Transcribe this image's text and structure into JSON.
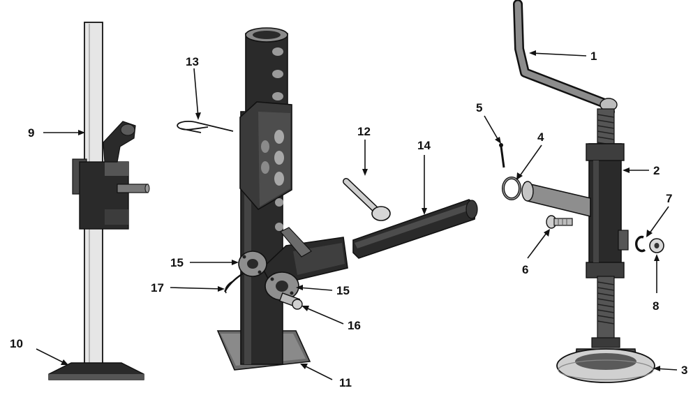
{
  "figure": {
    "background": "#ffffff",
    "ink": "#111111"
  },
  "callouts": [
    {
      "id": "c1",
      "label": "1"
    },
    {
      "id": "c2",
      "label": "2"
    },
    {
      "id": "c3",
      "label": "3"
    },
    {
      "id": "c4",
      "label": "4"
    },
    {
      "id": "c5",
      "label": "5"
    },
    {
      "id": "c6",
      "label": "6"
    },
    {
      "id": "c7",
      "label": "7"
    },
    {
      "id": "c8",
      "label": "8"
    },
    {
      "id": "c9",
      "label": "9"
    },
    {
      "id": "c10",
      "label": "10"
    },
    {
      "id": "c11",
      "label": "11"
    },
    {
      "id": "c12",
      "label": "12"
    },
    {
      "id": "c13",
      "label": "13"
    },
    {
      "id": "c14",
      "label": "14"
    },
    {
      "id": "c15a",
      "label": "15"
    },
    {
      "id": "c15b",
      "label": "15"
    },
    {
      "id": "c16",
      "label": "16"
    },
    {
      "id": "c17",
      "label": "17"
    }
  ]
}
